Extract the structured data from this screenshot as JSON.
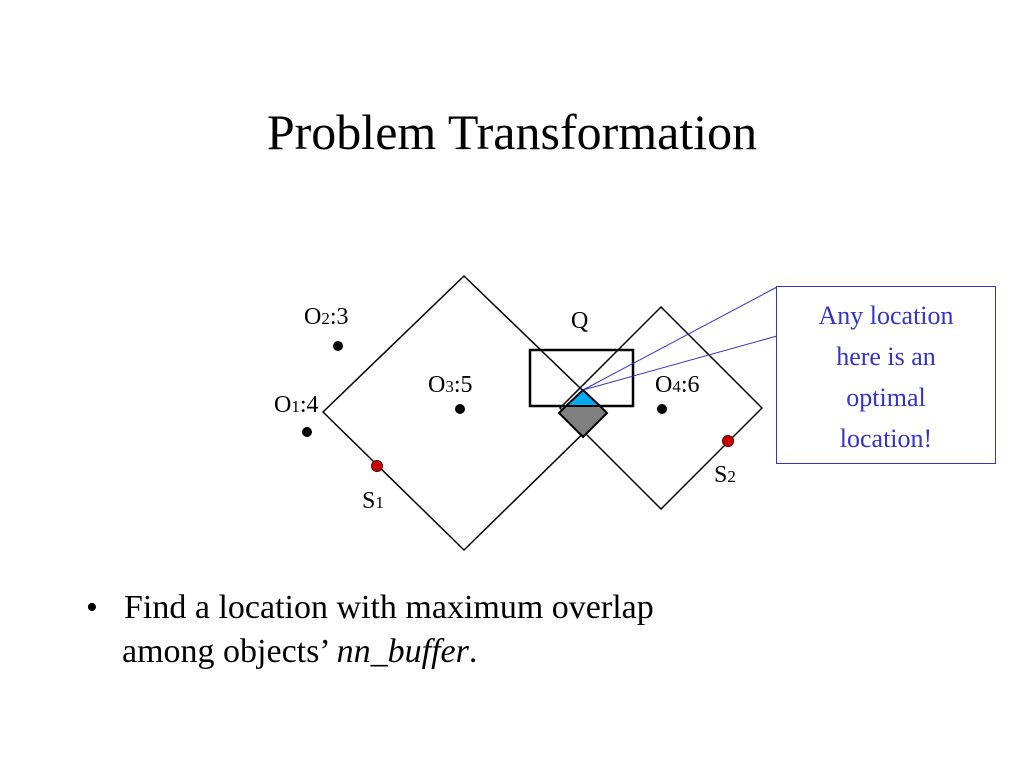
{
  "title": "Problem Transformation",
  "diagram": {
    "query_label": "Q",
    "objects": [
      {
        "name": "O",
        "sub": "2",
        "weight": ":3"
      },
      {
        "name": "O",
        "sub": "1",
        "weight": ":4"
      },
      {
        "name": "O",
        "sub": "3",
        "weight": ":5"
      },
      {
        "name": "O",
        "sub": "4",
        "weight": ":6"
      }
    ],
    "sites": [
      {
        "name": "S",
        "sub": "1"
      },
      {
        "name": "S",
        "sub": "2"
      }
    ],
    "colors": {
      "site_dot": "#cc0000",
      "optimal_region": "#00aaee",
      "overlap_region": "#808080",
      "callout": "#3333cc"
    }
  },
  "callout": {
    "lines": [
      "Any location",
      "here is an",
      "optimal",
      "location!"
    ]
  },
  "bullet": {
    "mark": "•",
    "text_part1": " Find a location with maximum overlap",
    "text_part2": "among objects’ ",
    "text_italic": "nn_buffer",
    "text_end": "."
  }
}
